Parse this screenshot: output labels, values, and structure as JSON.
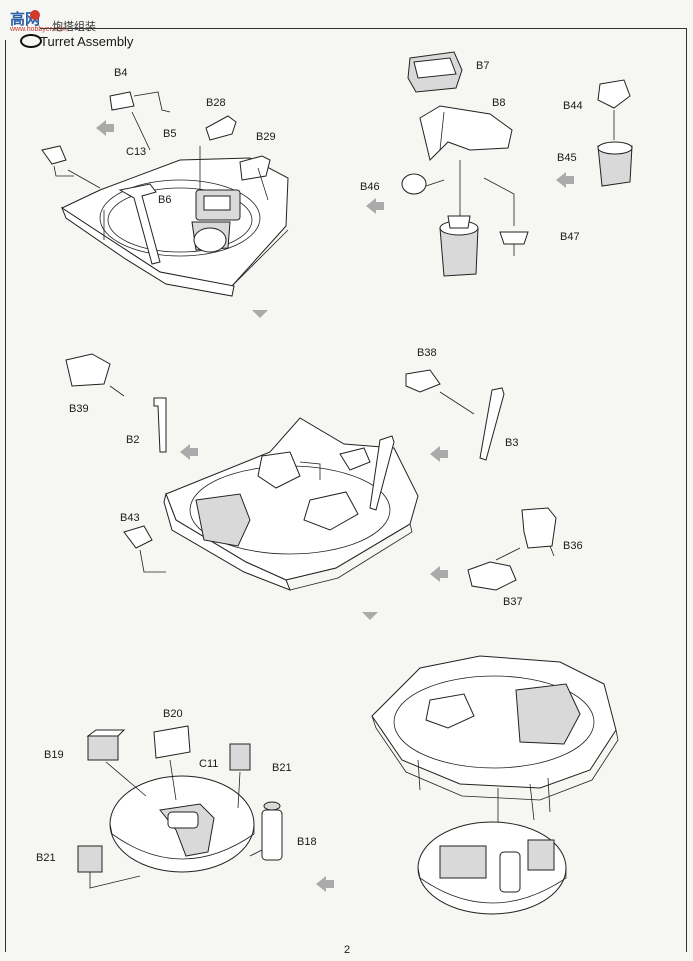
{
  "header": {
    "logo_text": "高网",
    "logo_sub": "www.hobbyer.com",
    "title_cn": "炮塔组装",
    "title_en": "Turret Assembly"
  },
  "step1": {
    "labels": [
      "B4",
      "B28",
      "B29",
      "C13",
      "B6",
      "B5"
    ]
  },
  "step2": {
    "labels": [
      "B7",
      "B8",
      "B44",
      "B45",
      "B46",
      "B47"
    ]
  },
  "step3": {
    "labels": [
      "B38",
      "B39",
      "B2",
      "B3",
      "B43",
      "B36",
      "B37"
    ]
  },
  "step4": {
    "labels": [
      "B20",
      "B19",
      "C11",
      "B21",
      "B18",
      "B21"
    ]
  },
  "footer": {
    "page_number": "2"
  }
}
